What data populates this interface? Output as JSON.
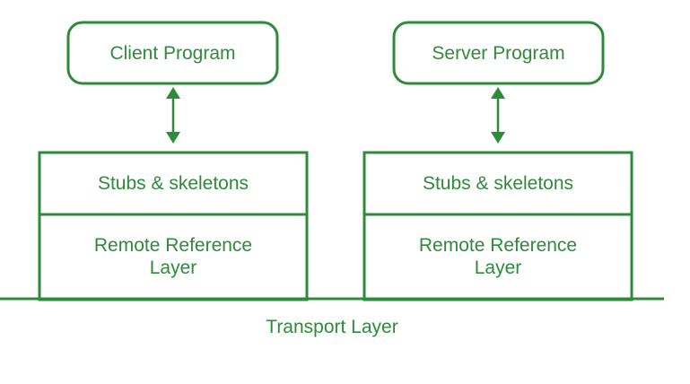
{
  "diagram": {
    "client": {
      "program_label": "Client Program",
      "stubs_label": "Stubs & skeletons",
      "remote_ref_line1": "Remote Reference",
      "remote_ref_line2": "Layer"
    },
    "server": {
      "program_label": "Server Program",
      "stubs_label": "Stubs & skeletons",
      "remote_ref_line1": "Remote Reference",
      "remote_ref_line2": "Layer"
    },
    "transport_label": "Transport Layer"
  },
  "colors": {
    "accent": "#2e8b3a",
    "background": "#ffffff"
  }
}
